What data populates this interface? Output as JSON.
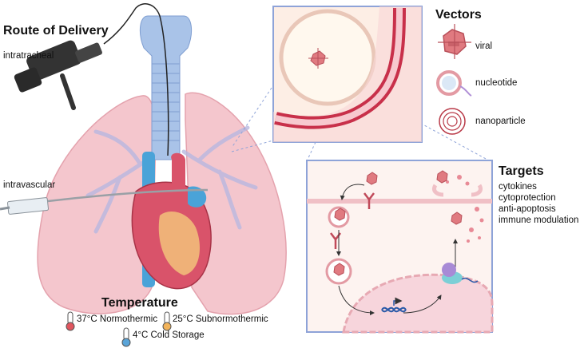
{
  "route": {
    "title": "Route of Delivery",
    "intratracheal": "intratracheal",
    "intravascular": "intravascular"
  },
  "vectors": {
    "title": "Vectors",
    "items": [
      "viral",
      "nucleotide",
      "nanoparticle"
    ]
  },
  "targets": {
    "title": "Targets",
    "items": [
      "cytokines",
      "cytoprotection",
      "anti-apoptosis",
      "immune modulation"
    ]
  },
  "temperature": {
    "title": "Temperature",
    "items": [
      "37°C Normothermic",
      "25°C Subnormothermic",
      "4°C Cold Storage"
    ]
  },
  "colors": {
    "lung": "#f3c4cc",
    "trachea": "#a9c3e8",
    "heart": "#d9536a",
    "panel_border": "#8ea3d8",
    "vessel": "#c8304a",
    "viral": "#e07a80"
  }
}
